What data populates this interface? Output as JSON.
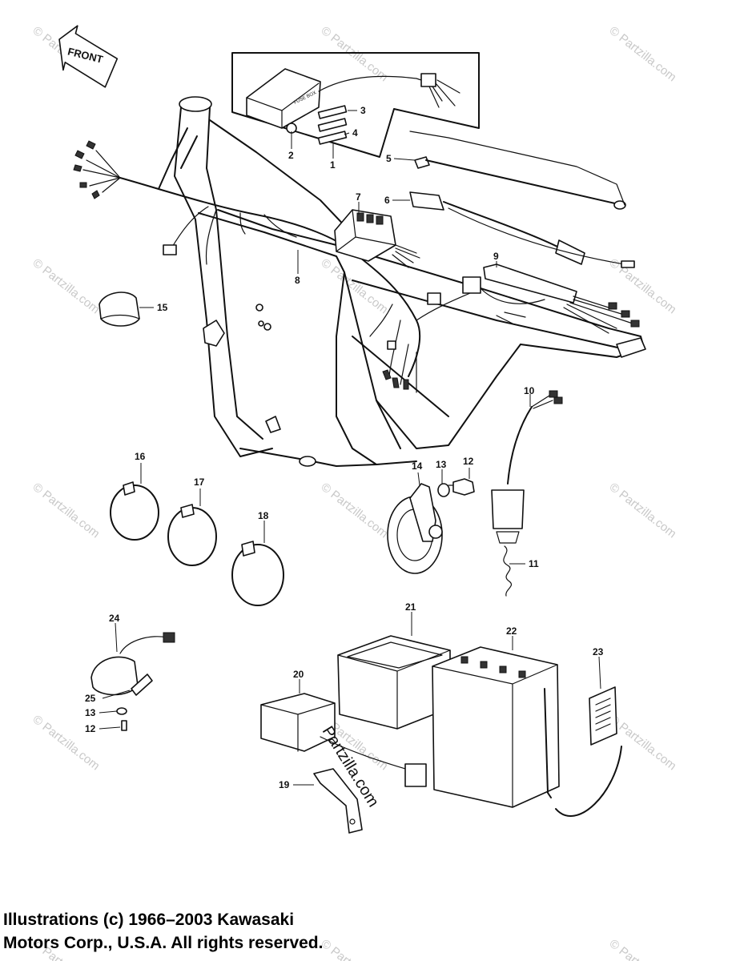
{
  "front_label": "FRONT",
  "fuse_box_text": "FUSE BOX",
  "callouts": [
    {
      "n": "1"
    },
    {
      "n": "2"
    },
    {
      "n": "3"
    },
    {
      "n": "4"
    },
    {
      "n": "5"
    },
    {
      "n": "6"
    },
    {
      "n": "7"
    },
    {
      "n": "8"
    },
    {
      "n": "9"
    },
    {
      "n": "10"
    },
    {
      "n": "11"
    },
    {
      "n": "12"
    },
    {
      "n": "13"
    },
    {
      "n": "14"
    },
    {
      "n": "15"
    },
    {
      "n": "16"
    },
    {
      "n": "17"
    },
    {
      "n": "18"
    },
    {
      "n": "19"
    },
    {
      "n": "20"
    },
    {
      "n": "21"
    },
    {
      "n": "22"
    },
    {
      "n": "23"
    },
    {
      "n": "24"
    },
    {
      "n": "25"
    },
    {
      "n": "13"
    },
    {
      "n": "12"
    }
  ],
  "watermark": "Partzilla.com",
  "center_watermark": "Partzilla.com",
  "copyright_line1": "Illustrations (c) 1966–2003 Kawasaki",
  "copyright_line2": "Motors Corp., U.S.A.  All rights reserved."
}
